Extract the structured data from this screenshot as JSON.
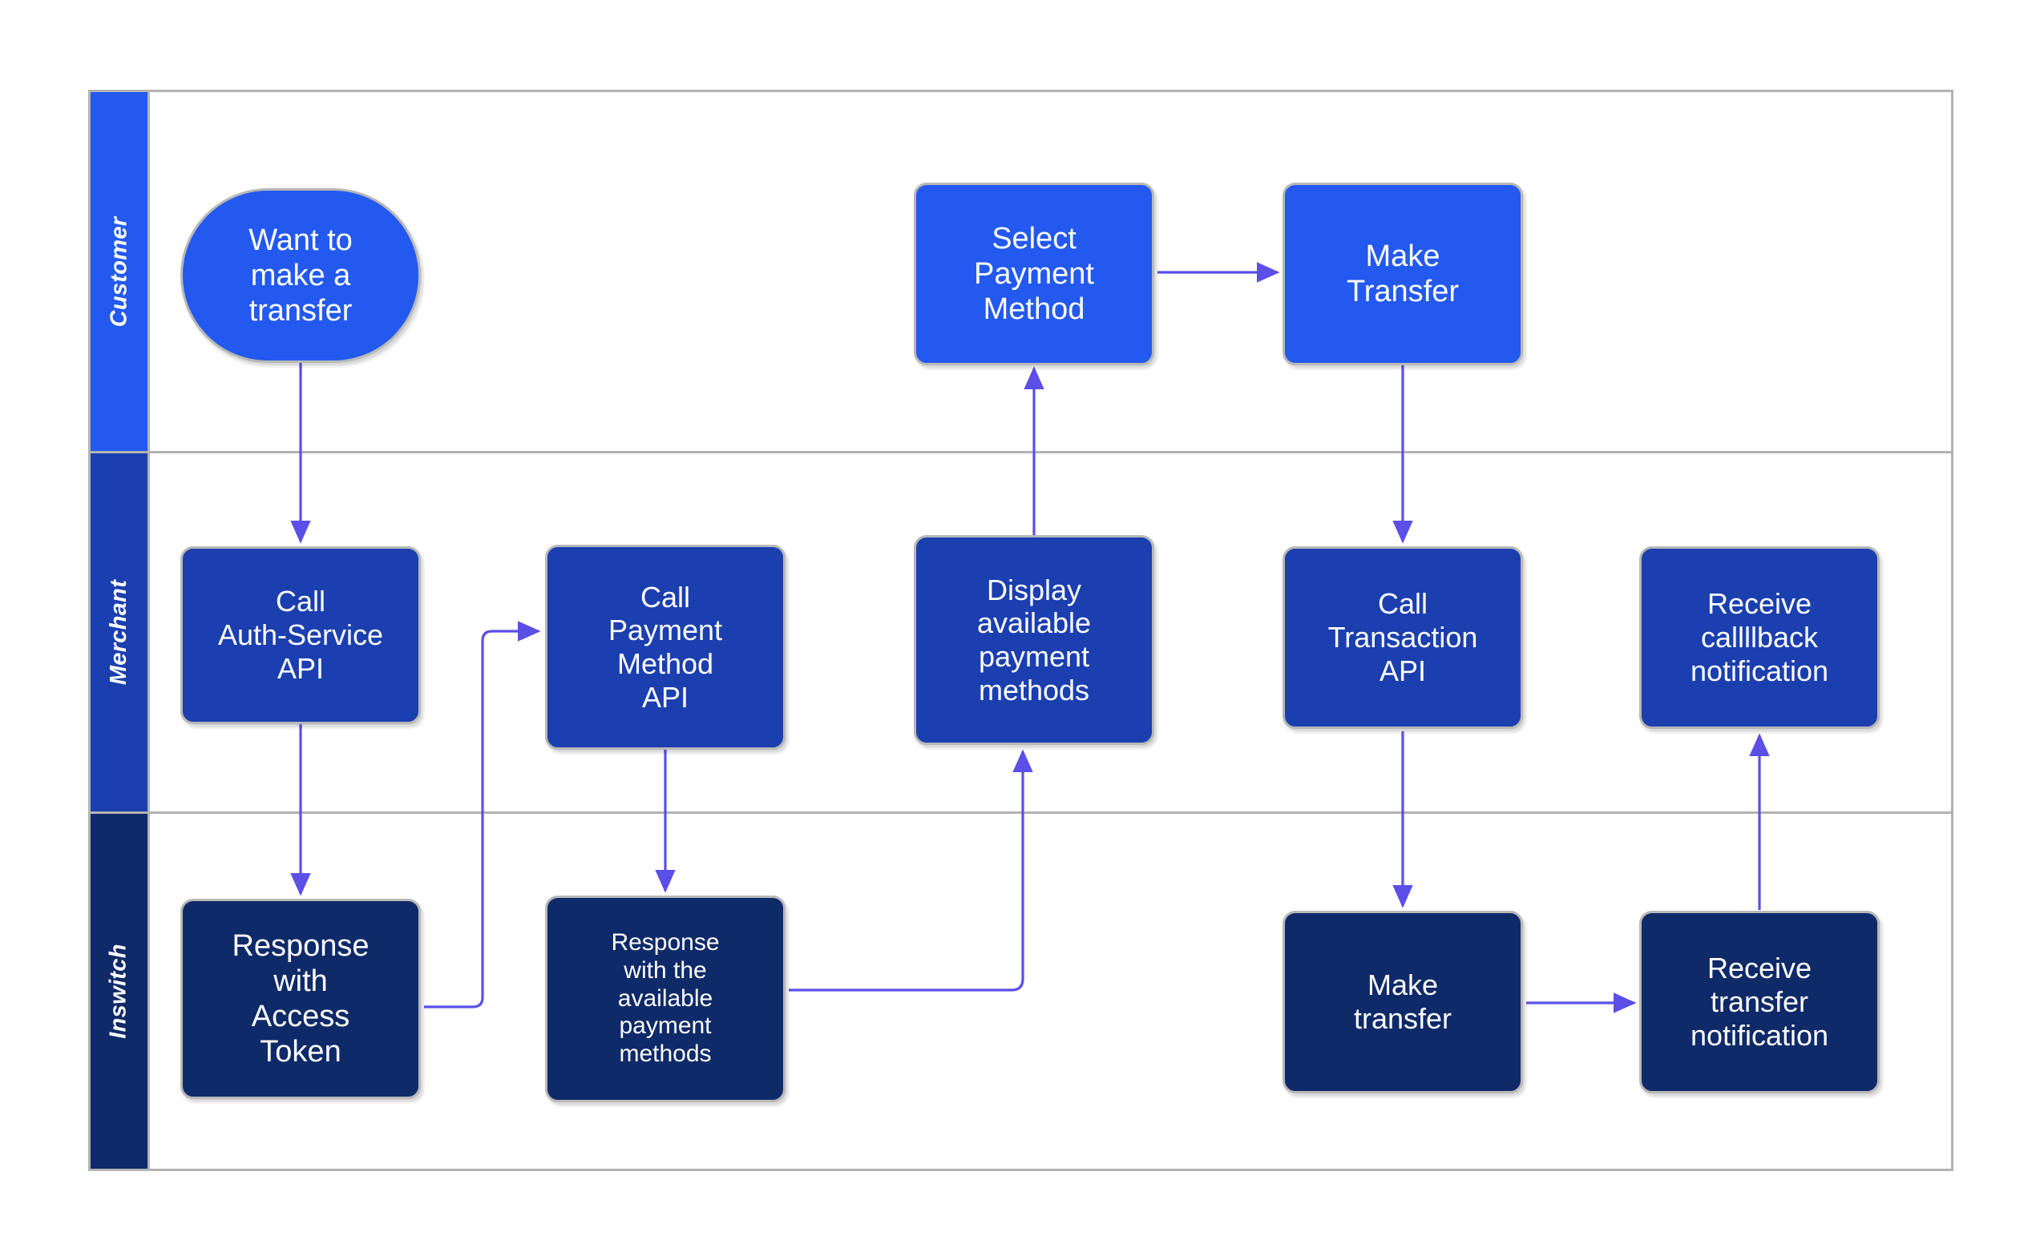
{
  "diagram": {
    "type": "swimlane-flowchart",
    "title": "Payment transfer swimlane flow",
    "frame": {
      "border_color": "#b3b3b3",
      "background": "#ffffff"
    },
    "connector_color": "#5B4FE8",
    "node_border_color": "#b8b8b8"
  },
  "lanes": [
    {
      "id": "customer",
      "label": "Customer",
      "color": "#2359EE"
    },
    {
      "id": "merchant",
      "label": "Merchant",
      "color": "#1B3FAF"
    },
    {
      "id": "inswitch",
      "label": "Inswitch",
      "color": "#0F2A68"
    }
  ],
  "nodes": [
    {
      "id": "want-transfer",
      "lane": "customer",
      "shape": "pill",
      "label": "Want to\nmake a\ntransfer"
    },
    {
      "id": "select-payment",
      "lane": "customer",
      "shape": "rect",
      "label": "Select\nPayment\nMethod"
    },
    {
      "id": "make-transfer-cust",
      "lane": "customer",
      "shape": "rect",
      "label": "Make\nTransfer"
    },
    {
      "id": "call-auth-service",
      "lane": "merchant",
      "shape": "rect",
      "label": "Call\nAuth-Service\nAPI"
    },
    {
      "id": "call-payment-method",
      "lane": "merchant",
      "shape": "rect",
      "label": "Call\nPayment\nMethod\nAPI"
    },
    {
      "id": "display-available",
      "lane": "merchant",
      "shape": "rect",
      "label": "Display\navailable\npayment\nmethods"
    },
    {
      "id": "call-transaction",
      "lane": "merchant",
      "shape": "rect",
      "label": "Call\nTransaction\nAPI"
    },
    {
      "id": "receive-callback",
      "lane": "merchant",
      "shape": "rect",
      "label": "Receive\ncallllback\nnotification"
    },
    {
      "id": "response-access-token",
      "lane": "inswitch",
      "shape": "rect",
      "label": "Response\nwith\nAccess\nToken"
    },
    {
      "id": "response-methods",
      "lane": "inswitch",
      "shape": "rect",
      "label": "Response\nwith the\navailable\npayment\nmethods"
    },
    {
      "id": "make-transfer-insw",
      "lane": "inswitch",
      "shape": "rect",
      "label": "Make\ntransfer"
    },
    {
      "id": "receive-transfer-notif",
      "lane": "inswitch",
      "shape": "rect",
      "label": "Receive\ntransfer\nnotification"
    }
  ],
  "edges": [
    {
      "from": "want-transfer",
      "to": "call-auth-service"
    },
    {
      "from": "call-auth-service",
      "to": "response-access-token"
    },
    {
      "from": "response-access-token",
      "to": "call-payment-method"
    },
    {
      "from": "call-payment-method",
      "to": "response-methods"
    },
    {
      "from": "response-methods",
      "to": "display-available"
    },
    {
      "from": "display-available",
      "to": "select-payment"
    },
    {
      "from": "select-payment",
      "to": "make-transfer-cust"
    },
    {
      "from": "make-transfer-cust",
      "to": "call-transaction"
    },
    {
      "from": "call-transaction",
      "to": "make-transfer-insw"
    },
    {
      "from": "make-transfer-insw",
      "to": "receive-transfer-notif"
    },
    {
      "from": "receive-transfer-notif",
      "to": "receive-callback"
    }
  ]
}
